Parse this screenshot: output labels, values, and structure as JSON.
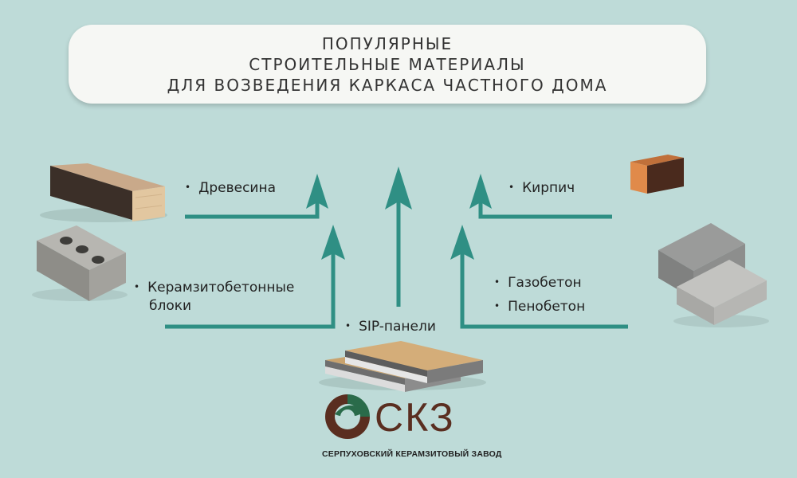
{
  "title": {
    "lines": [
      "ПОПУЛЯРНЫЕ",
      "СТРОИТЕЛЬНЫЕ МАТЕРИАЛЫ",
      "ДЛЯ ВОЗВЕДЕНИЯ КАРКАСА ЧАСТНОГО ДОМА"
    ]
  },
  "materials": {
    "wood": "Древесина",
    "keramzit_line1": "Керамзитобетонные",
    "keramzit_line2": "блоки",
    "sip": "SIP-панели",
    "brick": "Кирпич",
    "gazobeton": "Газобетон",
    "penobeton": "Пенобетон"
  },
  "bullet": "•",
  "logo": {
    "text": "СКЗ",
    "company": "СЕРПУХОВСКИЙ КЕРАМЗИТОВЫЙ ЗАВОД"
  },
  "colors": {
    "background": "#bedbd8",
    "arrow": "#2f8f84",
    "logo_green": "#2a6b4a",
    "logo_brown": "#5a2e20"
  }
}
